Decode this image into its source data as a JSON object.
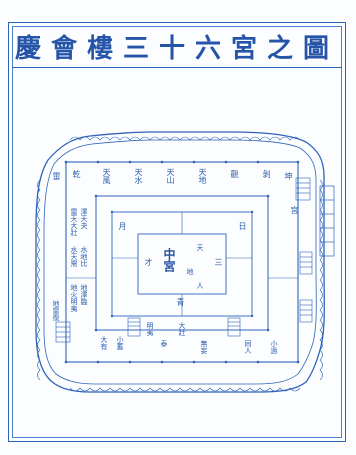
{
  "title": "慶會樓三十六宮之圖",
  "plan": {
    "center_label": "中宮",
    "labels": [
      {
        "id": "r1",
        "text": "乾"
      },
      {
        "id": "r2",
        "text": "天風"
      },
      {
        "id": "r3",
        "text": "天水"
      },
      {
        "id": "r4",
        "text": "天山"
      },
      {
        "id": "r5",
        "text": "天地"
      },
      {
        "id": "r6",
        "text": "觀"
      },
      {
        "id": "r7",
        "text": "剝"
      },
      {
        "id": "r8",
        "text": "坤"
      },
      {
        "id": "r9",
        "text": "宮"
      },
      {
        "id": "l1",
        "text": "雷"
      },
      {
        "id": "l2",
        "text": "雷天大壯"
      },
      {
        "id": "l3",
        "text": "澤天夬"
      },
      {
        "id": "l4",
        "text": "水天需"
      },
      {
        "id": "l5",
        "text": "水地比"
      },
      {
        "id": "l6",
        "text": "地火明夷"
      },
      {
        "id": "l7",
        "text": "地澤臨"
      },
      {
        "id": "l8",
        "text": "地雷復"
      },
      {
        "id": "b1",
        "text": "大有"
      },
      {
        "id": "b2",
        "text": "小蓄"
      },
      {
        "id": "b3",
        "text": "明夷"
      },
      {
        "id": "b4",
        "text": "泰"
      },
      {
        "id": "b5",
        "text": "大壯"
      },
      {
        "id": "b6",
        "text": "無妄"
      },
      {
        "id": "b7",
        "text": "同人"
      },
      {
        "id": "b8",
        "text": "小過"
      },
      {
        "id": "m1",
        "text": "才"
      },
      {
        "id": "m2",
        "text": "三"
      },
      {
        "id": "m3",
        "text": "天"
      },
      {
        "id": "m4",
        "text": "地"
      },
      {
        "id": "m5",
        "text": "人"
      },
      {
        "id": "m6",
        "text": "月"
      },
      {
        "id": "m7",
        "text": "日"
      },
      {
        "id": "m8",
        "text": "青"
      }
    ]
  }
}
